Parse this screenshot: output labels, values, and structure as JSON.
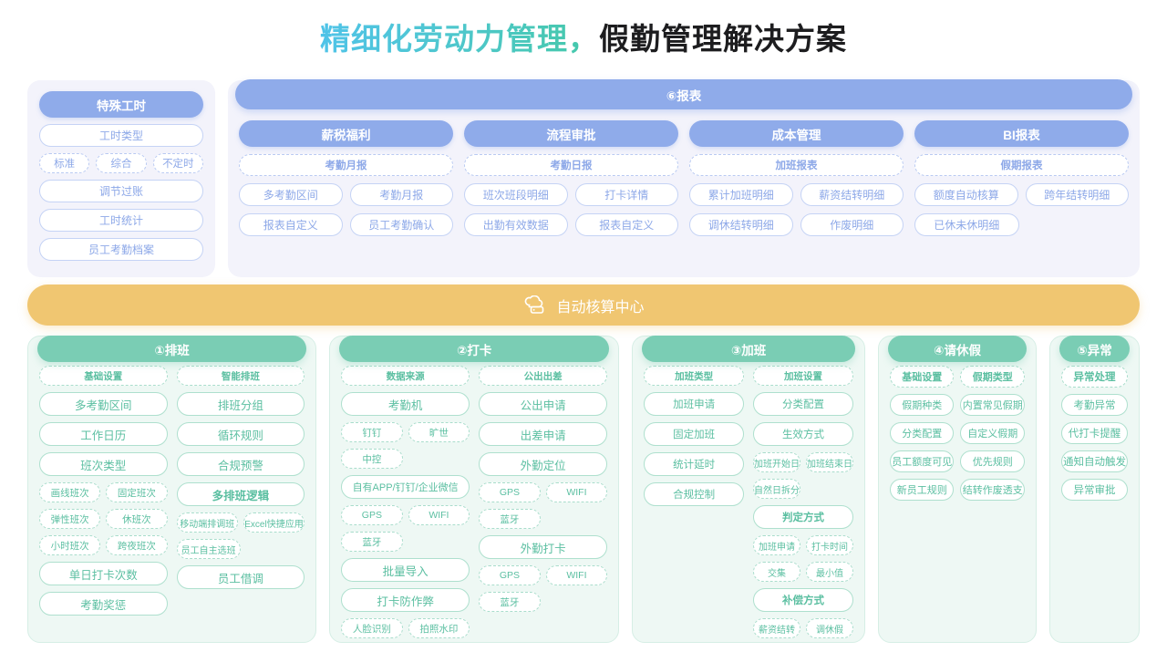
{
  "title": {
    "highlight": "精细化劳动力管理，",
    "rest": "假勤管理解决方案"
  },
  "colors": {
    "blue": "#8fabea",
    "green": "#7acdb4",
    "amber": "#f0c671",
    "title_gradient_start": "#4fc3e8",
    "title_gradient_end": "#45c8a8"
  },
  "special_hours": {
    "header": "特殊工时",
    "items": [
      "工时类型"
    ],
    "types": [
      "标准",
      "综合",
      "不定时"
    ],
    "more": [
      "调节过账",
      "工时统计",
      "员工考勤档案"
    ]
  },
  "report": {
    "bar_label": "⑥报表",
    "columns": [
      {
        "header": "薪税福利",
        "sub_header": "考勤月报",
        "items": [
          "多考勤区间",
          "考勤月报",
          "报表自定义",
          "员工考勤确认"
        ]
      },
      {
        "header": "流程审批",
        "sub_header": "考勤日报",
        "items": [
          "班次班段明细",
          "打卡详情",
          "出勤有效数据",
          "报表自定义"
        ]
      },
      {
        "header": "成本管理",
        "sub_header": "加班报表",
        "items": [
          "累计加班明细",
          "薪资结转明细",
          "调休结转明细",
          "作废明细"
        ]
      },
      {
        "header": "BI报表",
        "sub_header": "假期报表",
        "items": [
          "额度自动核算",
          "跨年结转明细",
          "已休未休明细"
        ]
      }
    ]
  },
  "amber_band": {
    "icon": "cloud-server-icon",
    "label": "自动核算中心"
  },
  "sections": [
    {
      "header": "①排班",
      "left": {
        "title": "基础设置",
        "items": [
          "多考勤区间",
          "工作日历",
          "班次类型"
        ],
        "chips": [
          "画线班次",
          "固定班次",
          "弹性班次",
          "休班次",
          "小时班次",
          "跨夜班次"
        ],
        "after": [
          "单日打卡次数",
          "考勤奖惩"
        ]
      },
      "right": {
        "title": "智能排班",
        "items": [
          "排班分组",
          "循环规则",
          "合规预警",
          "多排班逻辑"
        ],
        "chips": [
          "移动端排调班",
          "Excel快捷应用",
          "员工自主选班"
        ],
        "after": [
          "员工借调"
        ]
      }
    },
    {
      "header": "②打卡",
      "left": {
        "title": "数据来源",
        "items": [
          "考勤机"
        ],
        "chips": [
          "钉钉",
          "旷世",
          "中控"
        ],
        "item2": "自有APP/钉钉/企业微信",
        "chips2": [
          "GPS",
          "WIFI",
          "蓝牙"
        ],
        "after": [
          "批量导入",
          "打卡防作弊"
        ],
        "chips3": [
          "人脸识别",
          "拍照水印"
        ]
      },
      "right": {
        "title": "公出出差",
        "items": [
          "公出申请",
          "出差申请",
          "外勤定位"
        ],
        "chips": [
          "GPS",
          "WIFI",
          "蓝牙"
        ],
        "item2": "外勤打卡",
        "chips2": [
          "GPS",
          "WIFI",
          "蓝牙"
        ]
      }
    },
    {
      "header": "③加班",
      "left": {
        "title": "加班类型",
        "items": [
          "加班申请",
          "固定加班",
          "统计延时",
          "合规控制"
        ]
      },
      "right": {
        "title": "加班设置",
        "items": [
          "分类配置",
          "生效方式"
        ],
        "chips": [
          "加班开始日",
          "加班结束日",
          "自然日拆分"
        ],
        "item2": "判定方式",
        "chips2": [
          "加班申请",
          "打卡时间",
          "交集",
          "最小值"
        ],
        "item3": "补偿方式",
        "chips3": [
          "薪资结转",
          "调休假"
        ]
      }
    },
    {
      "header": "④请休假",
      "left": {
        "title": "基础设置",
        "items": [
          "假期种类",
          "分类配置",
          "员工额度可见",
          "新员工规则"
        ]
      },
      "right": {
        "title": "假期类型",
        "items": [
          "内置常见假期",
          "自定义假期",
          "优先规则",
          "结转作废透支"
        ]
      }
    },
    {
      "header": "⑤异常",
      "left": {
        "title": "异常处理",
        "items": [
          "考勤异常",
          "代打卡提醒",
          "通知自动触发",
          "异常审批"
        ]
      }
    }
  ]
}
